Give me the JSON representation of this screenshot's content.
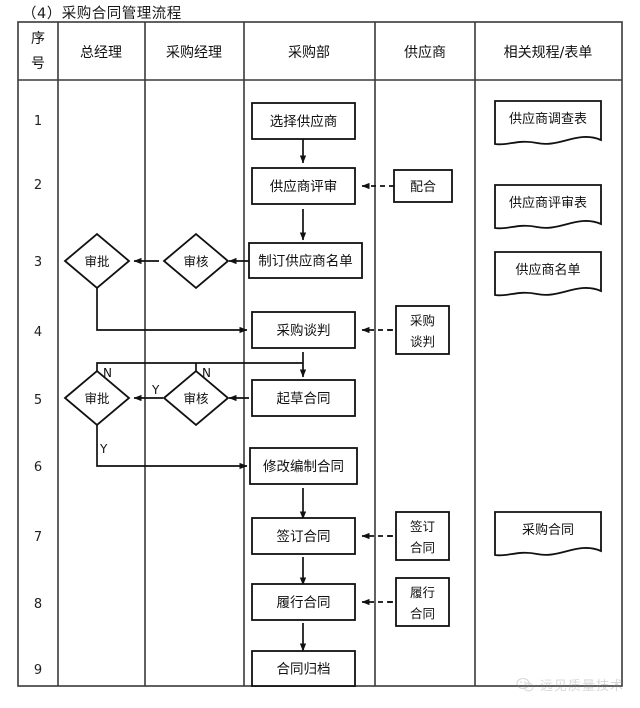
{
  "document": {
    "title": "（4）采购合同管理流程"
  },
  "table": {
    "columns": [
      {
        "key": "seq",
        "label": "序\n号",
        "label_lines": [
          "序",
          "号"
        ]
      },
      {
        "key": "gm",
        "label": "总经理"
      },
      {
        "key": "pm",
        "label": "采购经理"
      },
      {
        "key": "pd",
        "label": "采购部"
      },
      {
        "key": "sup",
        "label": "供应商"
      },
      {
        "key": "docs",
        "label": "相关规程/表单"
      }
    ],
    "row_numbers": [
      "1",
      "2",
      "3",
      "4",
      "5",
      "6",
      "7",
      "8",
      "9"
    ]
  },
  "flow": {
    "process_nodes": [
      {
        "id": "n1",
        "label": "选择供应商",
        "column": "采购部",
        "row": "1"
      },
      {
        "id": "n2",
        "label": "供应商评审",
        "column": "采购部",
        "row": "2"
      },
      {
        "id": "n3",
        "label": "制订供应商名单",
        "column": "采购部",
        "row": "3"
      },
      {
        "id": "n4",
        "label": "采购谈判",
        "column": "采购部",
        "row": "4"
      },
      {
        "id": "n5",
        "label": "起草合同",
        "column": "采购部",
        "row": "5"
      },
      {
        "id": "n6",
        "label": "修改编制合同",
        "column": "采购部",
        "row": "6"
      },
      {
        "id": "n7",
        "label": "签订合同",
        "column": "采购部",
        "row": "7"
      },
      {
        "id": "n8",
        "label": "履行合同",
        "column": "采购部",
        "row": "8"
      },
      {
        "id": "n9",
        "label": "合同归档",
        "column": "采购部",
        "row": "9"
      }
    ],
    "decision_nodes": [
      {
        "id": "d1",
        "label": "审批",
        "column": "总经理",
        "row": "3"
      },
      {
        "id": "d2",
        "label": "审核",
        "column": "采购经理",
        "row": "3"
      },
      {
        "id": "d3",
        "label": "审批",
        "column": "总经理",
        "row": "5"
      },
      {
        "id": "d4",
        "label": "审核",
        "column": "采购经理",
        "row": "5"
      }
    ],
    "supplier_nodes": [
      {
        "id": "s1",
        "label": "配合",
        "lines": [
          "配合"
        ],
        "row": "2"
      },
      {
        "id": "s2",
        "label": "采购谈判",
        "lines": [
          "采购",
          "谈判"
        ],
        "row": "4"
      },
      {
        "id": "s3",
        "label": "签订合同",
        "lines": [
          "签订",
          "合同"
        ],
        "row": "7"
      },
      {
        "id": "s4",
        "label": "履行合同",
        "lines": [
          "履行",
          "合同"
        ],
        "row": "8"
      }
    ],
    "document_nodes": [
      {
        "id": "f1",
        "label": "供应商调查表",
        "row": "1"
      },
      {
        "id": "f2",
        "label": "供应商评审表",
        "row": "2"
      },
      {
        "id": "f3",
        "label": "供应商名单",
        "row": "3"
      },
      {
        "id": "f4",
        "label": "采购合同",
        "row": "7"
      }
    ],
    "branch_labels": [
      {
        "id": "b1",
        "text": "N",
        "near": "审批(第5行)顶部"
      },
      {
        "id": "b2",
        "text": "N",
        "near": "审核(第5行)顶部"
      },
      {
        "id": "b3",
        "text": "Y",
        "near": "审核到审批连线"
      },
      {
        "id": "b4",
        "text": "Y",
        "near": "审批(第5行)底部"
      }
    ]
  },
  "watermark": {
    "label": "远见质量技术",
    "icon": "wechat-icon"
  },
  "colors": {
    "stroke": "#111111",
    "grid": "#3a3a3a",
    "text": "#111111",
    "watermark": "#8a8a8a",
    "background": "#ffffff"
  }
}
